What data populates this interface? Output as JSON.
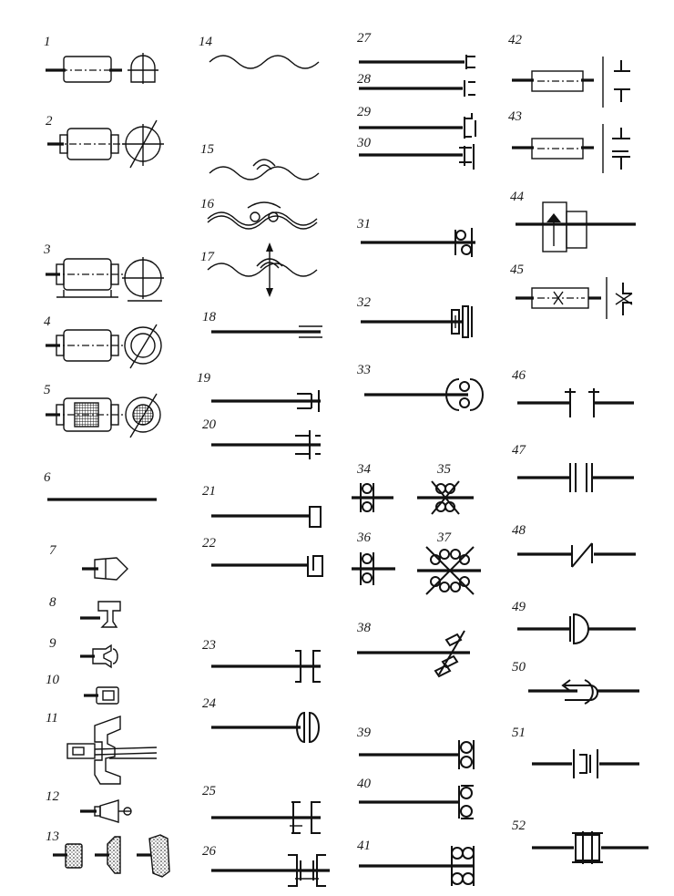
{
  "labels": {
    "n1": "1",
    "n2": "2",
    "n3": "3",
    "n4": "4",
    "n5": "5",
    "n6": "6",
    "n7": "7",
    "n8": "8",
    "n9": "9",
    "n10": "10",
    "n11": "11",
    "n12": "12",
    "n13": "13",
    "n14": "14",
    "n15": "15",
    "n16": "16",
    "n17": "17",
    "n18": "18",
    "n19": "19",
    "n20": "20",
    "n21": "21",
    "n22": "22",
    "n23": "23",
    "n24": "24",
    "n25": "25",
    "n26": "26",
    "n27": "27",
    "n28": "28",
    "n29": "29",
    "n30": "30",
    "n31": "31",
    "n32": "32",
    "n33": "33",
    "n34": "34",
    "n35": "35",
    "n36": "36",
    "n37": "37",
    "n38": "38",
    "n39": "39",
    "n40": "40",
    "n41": "41",
    "n42": "42",
    "n43": "43",
    "n44": "44",
    "n45": "45",
    "n46": "46",
    "n47": "47",
    "n48": "48",
    "n49": "49",
    "n50": "50",
    "n51": "51",
    "n52": "52"
  }
}
